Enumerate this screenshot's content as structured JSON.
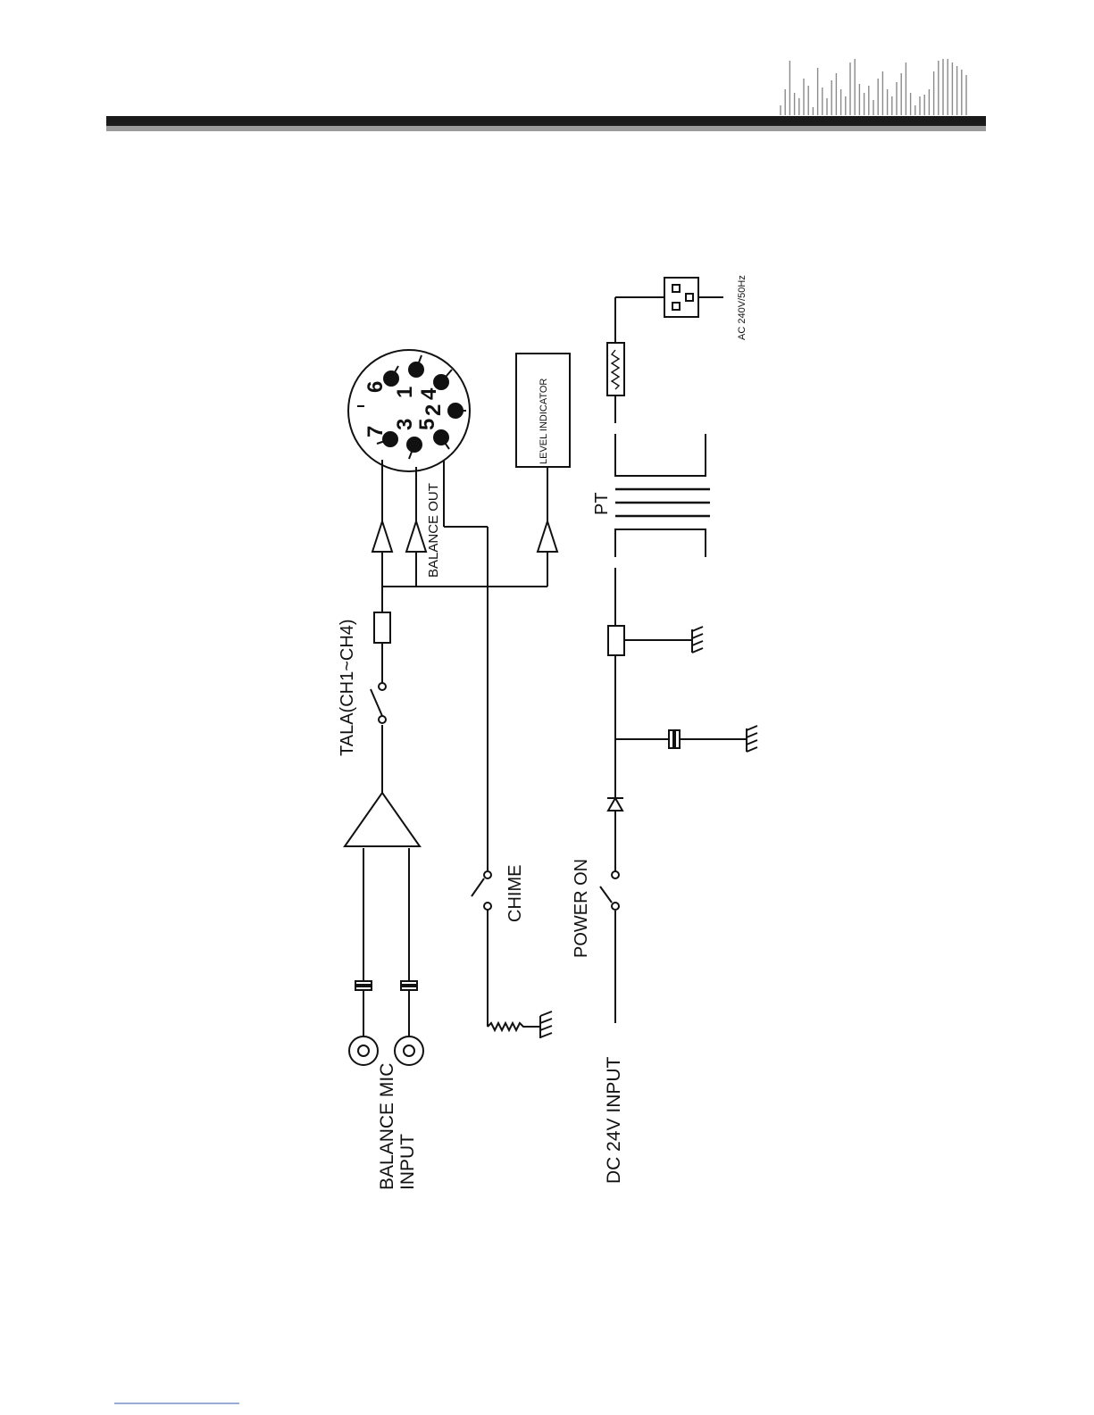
{
  "labels": {
    "balance_mic_line1": "BALANCE MIC",
    "balance_mic_line2": "INPUT",
    "tala": "TALA(CH1~CH4)",
    "balance_out": "BALANCE OUT",
    "level_indicator": "LEVEL INDICATOR",
    "chime": "CHIME",
    "power_on": "POWER ON",
    "dc_input": "DC 24V INPUT",
    "pt": "PT",
    "ac": "AC 240V/50Hz"
  },
  "connector_pins": {
    "p6": "6",
    "p1": "1",
    "p2": "2",
    "p4": "4",
    "p7": "7",
    "p3": "3",
    "p5": "5"
  },
  "colors": {
    "ink": "#111111",
    "header_bar": "#1a1a1a",
    "header_shadow": "#9a9a9a"
  }
}
